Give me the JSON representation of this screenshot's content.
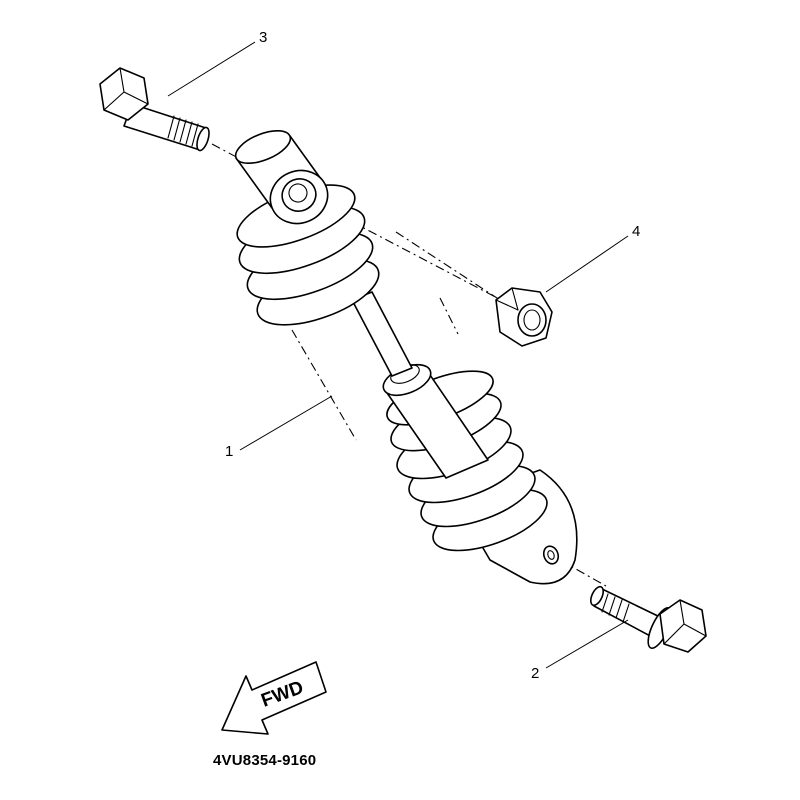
{
  "diagram": {
    "callouts": [
      {
        "id": "1",
        "label": "1",
        "part": "rear shock absorber"
      },
      {
        "id": "2",
        "label": "2",
        "part": "lower flange bolt"
      },
      {
        "id": "3",
        "label": "3",
        "part": "upper bolt"
      },
      {
        "id": "4",
        "label": "4",
        "part": "nut"
      }
    ],
    "direction_label": "FWD",
    "part_code": "4VU8354-9160",
    "line_color": "#000000",
    "background_color": "#ffffff"
  }
}
